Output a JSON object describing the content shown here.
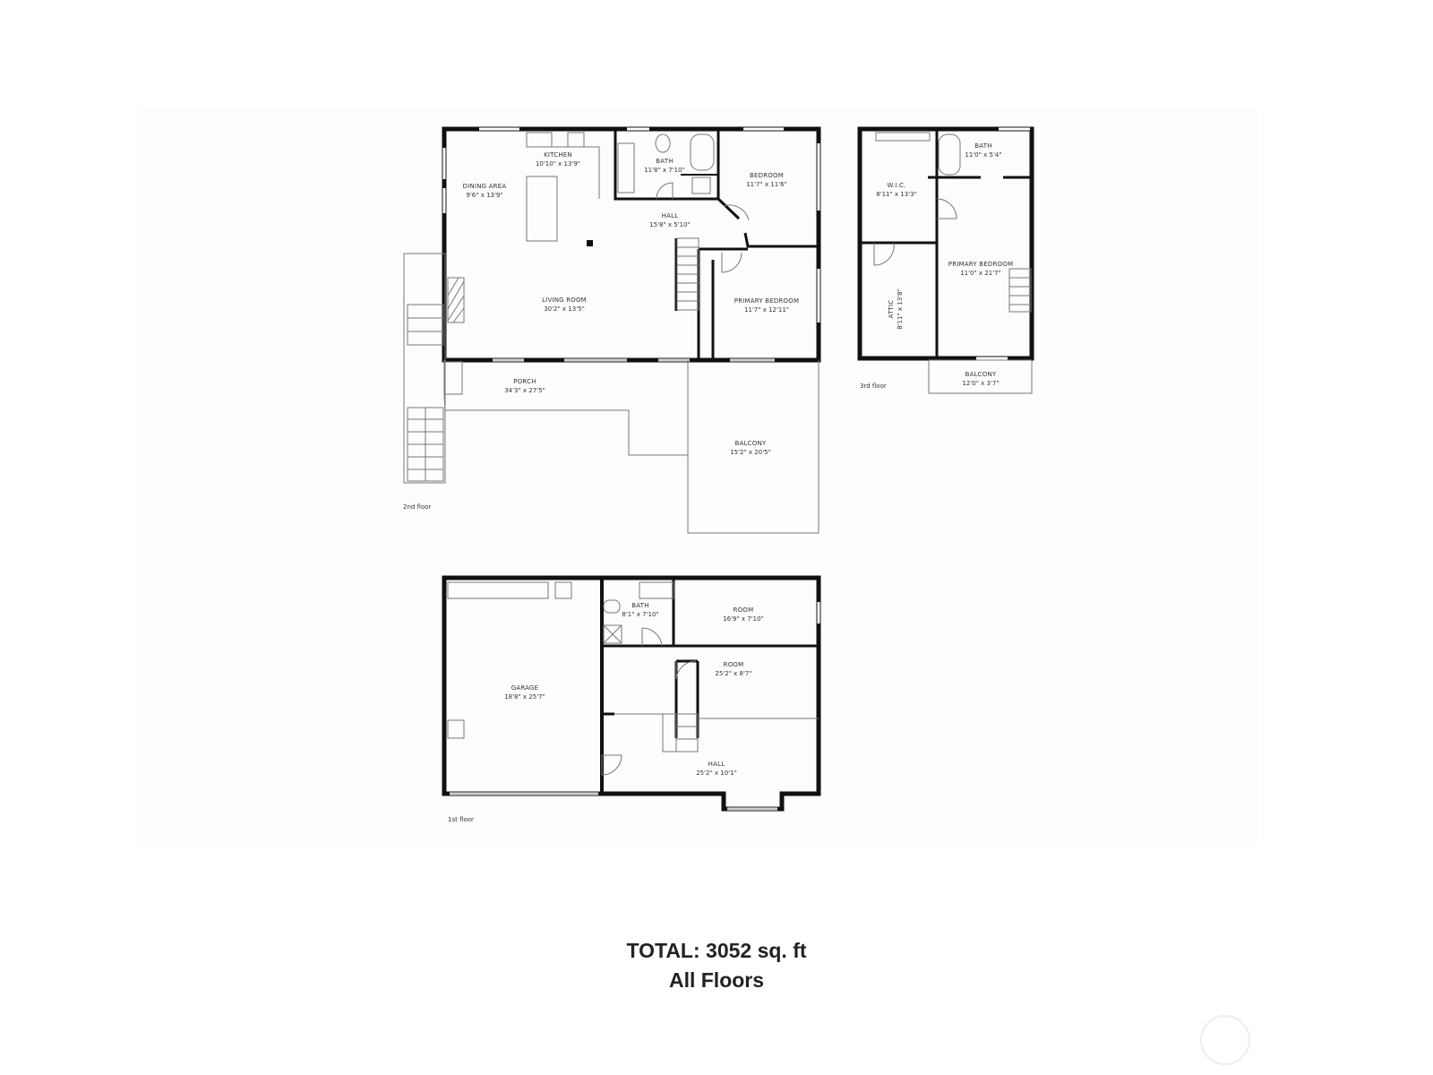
{
  "floors": {
    "second": {
      "label": "2nd floor",
      "rooms": [
        {
          "name": "KITCHEN",
          "dims": "10'10\" x 13'9\""
        },
        {
          "name": "BATH",
          "dims": "11'8\" x 7'10\""
        },
        {
          "name": "BEDROOM",
          "dims": "11'7\" x 11'6\""
        },
        {
          "name": "DINING AREA",
          "dims": "9'6\" x 13'9\""
        },
        {
          "name": "HALL",
          "dims": "15'8\" x 5'10\""
        },
        {
          "name": "LIVING ROOM",
          "dims": "30'2\" x 13'5\""
        },
        {
          "name": "PRIMARY BEDROOM",
          "dims": "11'7\" x 12'11\""
        },
        {
          "name": "PORCH",
          "dims": "34'3\" x 27'5\""
        },
        {
          "name": "BALCONY",
          "dims": "15'2\" x 20'5\""
        }
      ]
    },
    "third": {
      "label": "3rd floor",
      "rooms": [
        {
          "name": "BATH",
          "dims": "11'0\" x 5'4\""
        },
        {
          "name": "W.I.C.",
          "dims": "8'11\" x 13'3\""
        },
        {
          "name": "PRIMARY BEDROOM",
          "dims": "11'0\" x 21'7\""
        },
        {
          "name": "ATTIC",
          "dims": "8'11\" x 13'8\""
        },
        {
          "name": "BALCONY",
          "dims": "12'0\" x 3'7\""
        }
      ]
    },
    "first": {
      "label": "1st floor",
      "rooms": [
        {
          "name": "BATH",
          "dims": "8'1\" x 7'10\""
        },
        {
          "name": "ROOM",
          "dims": "16'9\" x 7'10\""
        },
        {
          "name": "ROOM",
          "dims": "25'2\" x 8'7\""
        },
        {
          "name": "GARAGE",
          "dims": "18'8\" x 25'7\""
        },
        {
          "name": "HALL",
          "dims": "25'2\" x 10'1\""
        }
      ]
    }
  },
  "summary": {
    "total": "TOTAL: 3052 sq. ft",
    "scope": "All Floors"
  }
}
